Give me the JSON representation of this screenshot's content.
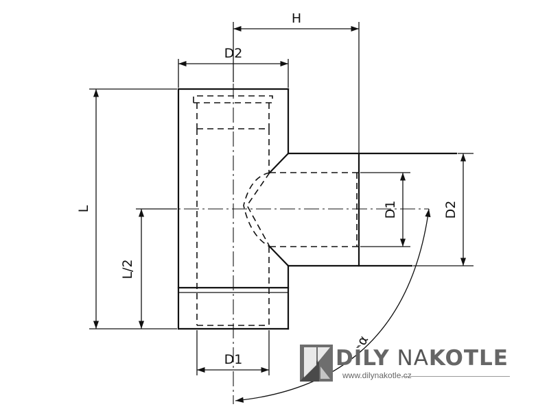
{
  "drawing": {
    "dimension_labels": {
      "H": "H",
      "D2_top": "D2",
      "L": "L",
      "L_half": "L/2",
      "D1_bottom": "D1",
      "D1_branch": "D1",
      "D2_branch": "D2",
      "alpha": "α"
    }
  },
  "logo": {
    "name_part1": "DÍLY",
    "name_part2": "NA",
    "name_part3": "KOTLE",
    "url": "www.dilynakotle.cz"
  }
}
